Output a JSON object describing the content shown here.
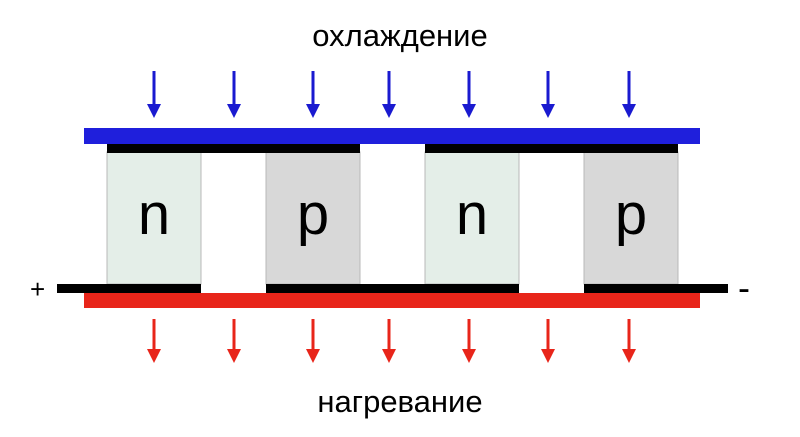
{
  "labels": {
    "cooling": "охлаждение",
    "heating": "нагревание",
    "positive_terminal": "+",
    "negative_terminal": "-"
  },
  "elements": [
    {
      "type": "n"
    },
    {
      "type": "p"
    },
    {
      "type": "n"
    },
    {
      "type": "p"
    }
  ],
  "colors": {
    "cold_side": "#1f1fdc",
    "hot_side": "#e8251a",
    "n_element": "#e4eee8",
    "p_element": "#d8d8d8",
    "conductor": "#000000",
    "cold_arrow": "#1a1ad0",
    "hot_arrow": "#e8251a"
  },
  "arrows": {
    "top_count": 7,
    "bottom_count": 7
  }
}
